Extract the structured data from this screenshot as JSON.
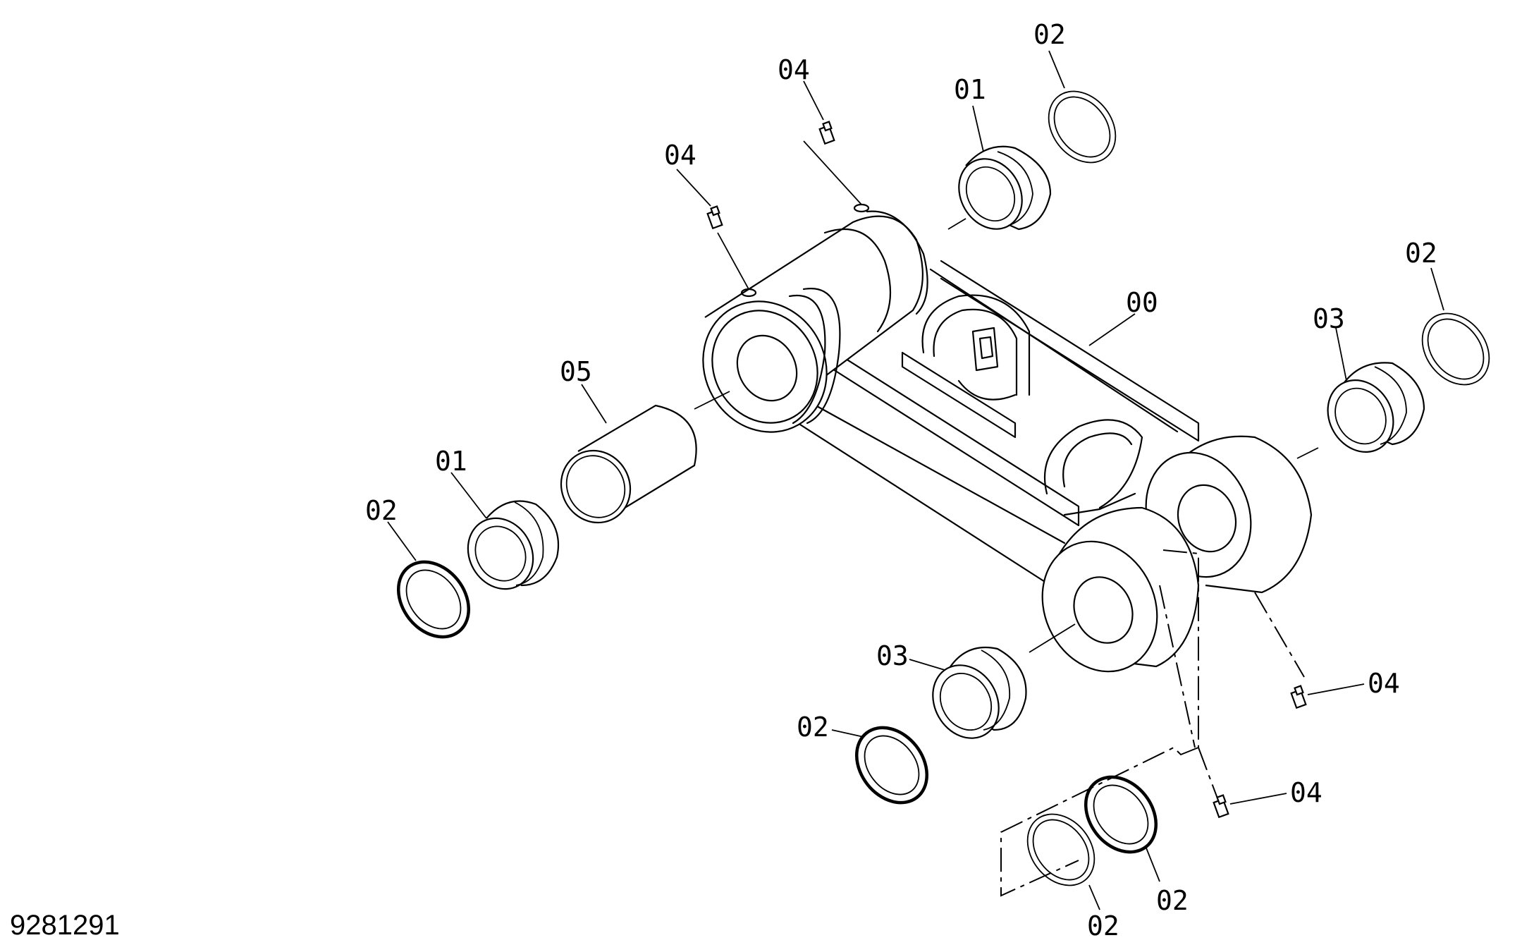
{
  "drawing_number": "9281291",
  "callouts": {
    "c00": "00",
    "c01a": "01",
    "c01b": "01",
    "c02a": "02",
    "c02b": "02",
    "c02c": "02",
    "c02d": "02",
    "c02e": "02",
    "c02f": "02",
    "c03a": "03",
    "c03b": "03",
    "c04a": "04",
    "c04b": "04",
    "c04c": "04",
    "c04d": "04",
    "c05": "05"
  }
}
